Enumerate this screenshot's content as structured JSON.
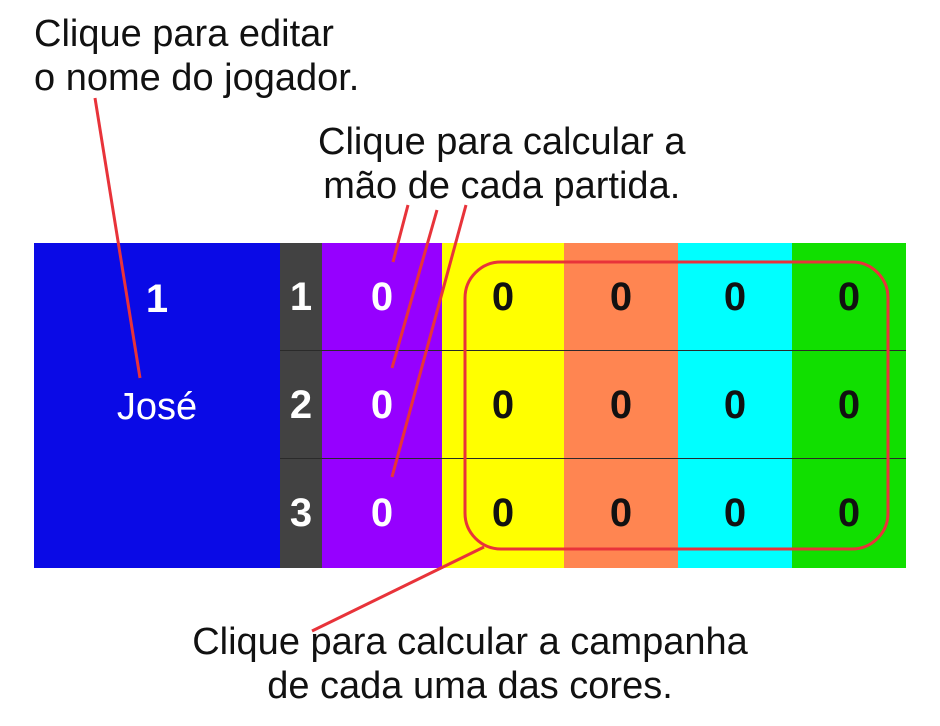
{
  "callouts": {
    "name_line1": "Clique para editar",
    "name_line2": "o nome do jogador.",
    "hand_line1": "Clique para calcular a",
    "hand_line2": "mão de cada partida.",
    "colors_line1": "Clique para calcular a campanha",
    "colors_line2": "de cada uma das cores."
  },
  "player": {
    "number": "1",
    "name": "José",
    "color": "#0a0ae6"
  },
  "rounds": [
    "1",
    "2",
    "3"
  ],
  "hands": [
    "0",
    "0",
    "0"
  ],
  "colors": [
    {
      "color": "#ffff00",
      "values": [
        "0",
        "0",
        "0"
      ]
    },
    {
      "color": "#ff8551",
      "values": [
        "0",
        "0",
        "0"
      ]
    },
    {
      "color": "#00ffff",
      "values": [
        "0",
        "0",
        "0"
      ]
    },
    {
      "color": "#11df00",
      "values": [
        "0",
        "0",
        "0"
      ]
    }
  ],
  "annotation_color": "#e8333a"
}
